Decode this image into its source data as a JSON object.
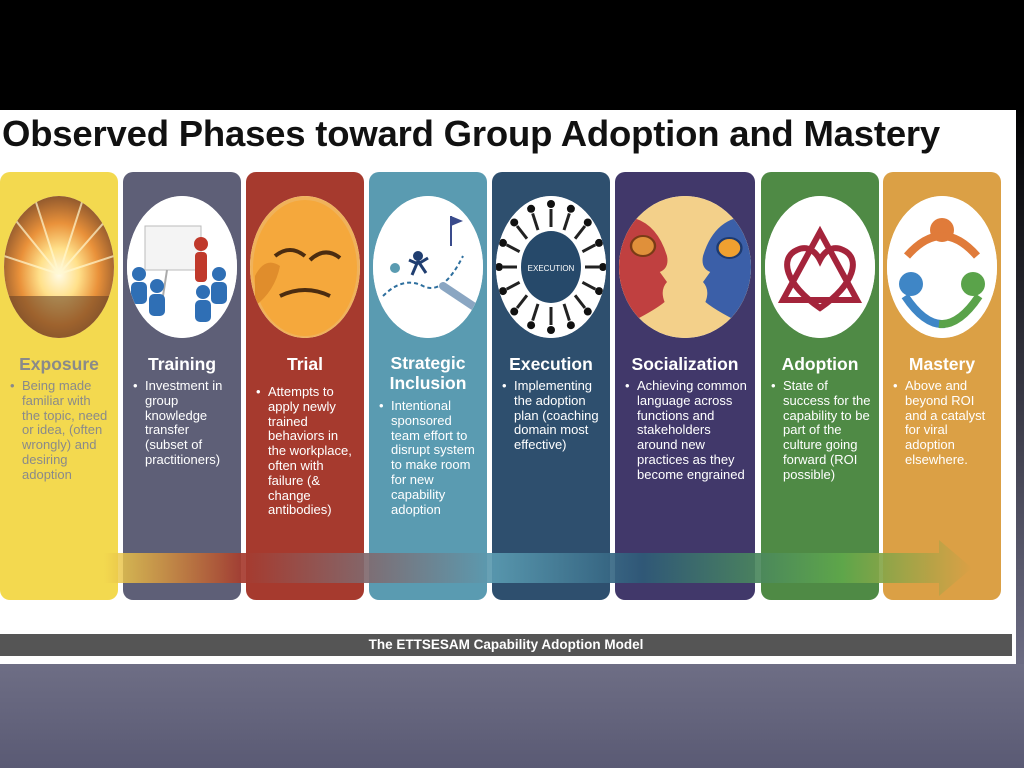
{
  "title": "Observed Phases toward Group Adoption and Mastery",
  "phases": [
    {
      "name": "Exposure",
      "color": "#f3d94f",
      "title_color": "#8a8a8a",
      "text_color": "#8a8a8a",
      "icon": "sunburst-icon",
      "description": "Being made familiar with the topic, need or idea, (often wrongly) and desiring adoption"
    },
    {
      "name": "Training",
      "color": "#5e5f77",
      "title_color": "#ffffff",
      "text_color": "#ffffff",
      "icon": "classroom-presentation-icon",
      "description": "Investment in group knowledge transfer (subset of practitioners)"
    },
    {
      "name": "Trial",
      "color": "#a63a2e",
      "title_color": "#ffffff",
      "text_color": "#ffffff",
      "icon": "frustrated-face-icon",
      "description": "Attempts to apply newly trained behaviors in the workplace, often with failure (& change antibodies)"
    },
    {
      "name": "Strategic Inclusion",
      "color": "#5a9bb1",
      "title_color": "#ffffff",
      "text_color": "#ffffff",
      "icon": "strategy-path-icon",
      "description": "Intentional sponsored team effort to disrupt system to make room for new capability adoption"
    },
    {
      "name": "Execution",
      "color": "#2e4f6e",
      "title_color": "#ffffff",
      "text_color": "#ffffff",
      "icon": "execution-arrows-icon",
      "icon_label": "EXECUTION",
      "description": "Implementing the adoption plan (coaching domain most effective)"
    },
    {
      "name": "Socialization",
      "color": "#41386a",
      "title_color": "#ffffff",
      "text_color": "#ffffff",
      "icon": "two-heads-gears-icon",
      "description": "Achieving common language across functions and stakeholders around new practices as they become engrained"
    },
    {
      "name": "Adoption",
      "color": "#4f8a45",
      "title_color": "#ffffff",
      "text_color": "#ffffff",
      "icon": "heart-triangle-icon",
      "description": "State of success for the capability to be part of the culture going forward (ROI possible)"
    },
    {
      "name": "Mastery",
      "color": "#dba045",
      "title_color": "#ffffff",
      "text_color": "#ffffff",
      "icon": "unity-circle-icon",
      "description": "Above and beyond ROI and a catalyst for viral adoption elsewhere."
    }
  ],
  "caption": "The ETTSESAM Capability Adoption Model"
}
